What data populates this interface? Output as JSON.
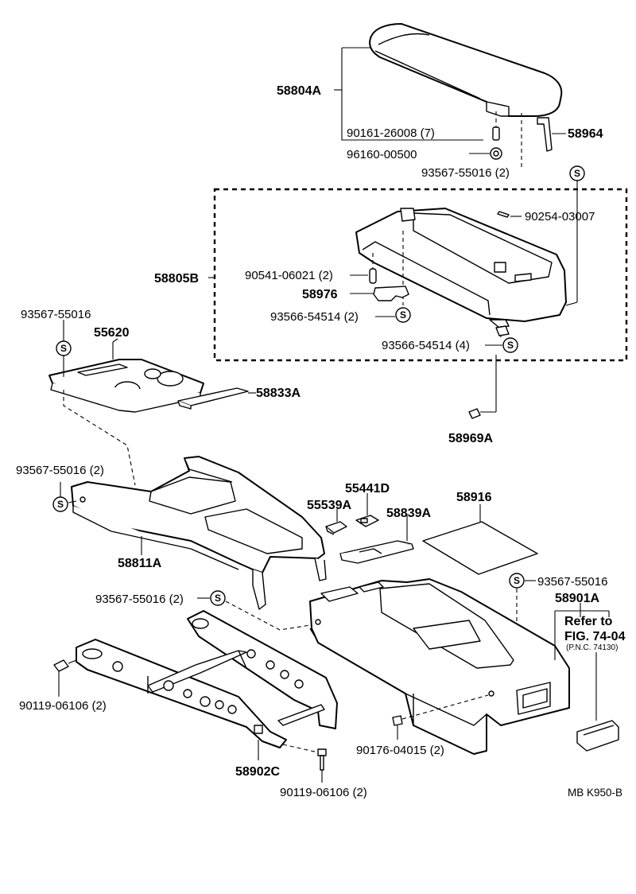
{
  "labels": {
    "p58804A": "58804A",
    "p90161": "90161-26008 (7)",
    "p96160": "96160-00500",
    "p58964": "58964",
    "p93567_top": "93567-55016 (2)",
    "p90254": "90254-03007",
    "p58805B": "58805B",
    "p90541": "90541-06021 (2)",
    "p58976": "58976",
    "p93566_2": "93566-54514 (2)",
    "p93566_4": "93566-54514 (4)",
    "p93567_left": "93567-55016",
    "p55620": "55620",
    "p58833A": "58833A",
    "p58969A": "58969A",
    "p93567_mid": "93567-55016 (2)",
    "p55441D": "55441D",
    "p55539A": "55539A",
    "p58839A": "58839A",
    "p58916": "58916",
    "p58811A": "58811A",
    "p93567_right": "93567-55016",
    "p58901A": "58901A",
    "p93567_center": "93567-55016 (2)",
    "refer_line1": "Refer to",
    "refer_line2": "FIG. 74-04",
    "refer_line3": "(P.N.C. 74130)",
    "p90119_left": "90119-06106 (2)",
    "p90176": "90176-04015 (2)",
    "p58902C": "58902C",
    "p90119_bottom": "90119-06106 (2)",
    "diagram_code": "MB K950-B"
  },
  "symbols": {
    "s_mark": "S"
  }
}
